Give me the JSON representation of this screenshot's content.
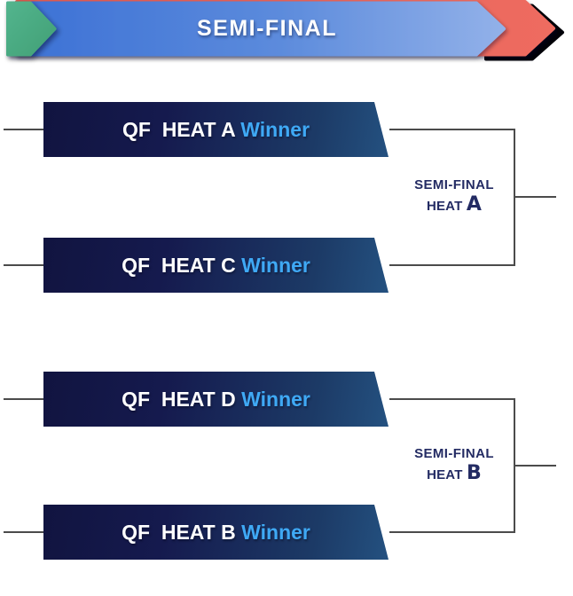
{
  "banner": {
    "title": "SEMI-FINAL",
    "colors": {
      "green_arrow": "#4cae85",
      "blue_band_left": "#3b70d5",
      "blue_band_right": "#92b1e9",
      "red_arrow": "#e8615a",
      "shadow_arrow": "#000008",
      "title_text": "#ffffff"
    }
  },
  "bracket": {
    "line_color": "#4b4b4b",
    "bar_text_color": "#ffffff",
    "winner_text_color": "#3fa9f5",
    "label_text_color": "#232b63",
    "bar_gradient": [
      "#111440",
      "#245180"
    ],
    "groups": [
      {
        "top_bar": {
          "team": "QF  HEAT A ",
          "winner": "Winner"
        },
        "bottom_bar": {
          "team": "QF  HEAT C ",
          "winner": "Winner"
        },
        "label": {
          "line1": "SEMI-FINAL",
          "heat_word": "HEAT ",
          "heat_letter": "A"
        }
      },
      {
        "top_bar": {
          "team": "QF  HEAT D ",
          "winner": "Winner"
        },
        "bottom_bar": {
          "team": "QF  HEAT B ",
          "winner": "Winner"
        },
        "label": {
          "line1": "SEMI-FINAL",
          "heat_word": "HEAT ",
          "heat_letter": "B"
        }
      }
    ]
  }
}
